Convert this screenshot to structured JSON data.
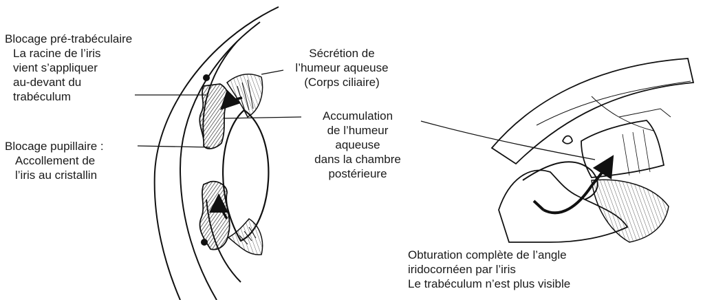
{
  "labels": {
    "pretrabecular": [
      "Blocage pré-trabéculaire",
      "La racine de l’iris",
      "vient s’appliquer",
      "au-devant du",
      "trabéculum"
    ],
    "pupillary": [
      "Blocage pupillaire :",
      "Accollement de",
      "l’iris au cristallin"
    ],
    "secretion": [
      "Sécrétion de",
      "l’humeur aqueuse",
      "(Corps ciliaire)"
    ],
    "accumulation": [
      "Accumulation",
      "de l’humeur",
      "aqueuse",
      "dans la chambre",
      "postérieure"
    ],
    "obturation": [
      "Obturation complète de l’angle",
      "iridocornéen par l’iris",
      "Le trabéculum n’est plus visible"
    ]
  }
}
